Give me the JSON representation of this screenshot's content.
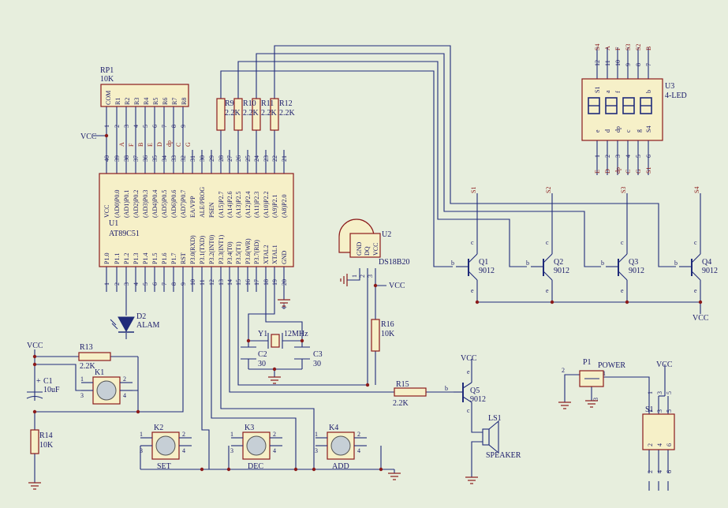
{
  "rp1": {
    "ref": "RP1",
    "value": "10K",
    "pins": [
      "COM",
      "R1",
      "R2",
      "R3",
      "R4",
      "R5",
      "R6",
      "R7",
      "R8"
    ],
    "nums": [
      "1",
      "2",
      "3",
      "4",
      "5",
      "6",
      "7",
      "8",
      "9"
    ]
  },
  "u1": {
    "ref": "U1",
    "part": "AT89C51",
    "top_nums": [
      "40",
      "39",
      "38",
      "37",
      "36",
      "35",
      "34",
      "33",
      "32",
      "31",
      "30",
      "29",
      "28",
      "27",
      "26",
      "25",
      "24",
      "23",
      "22",
      "21"
    ],
    "bot_nums": [
      "1",
      "2",
      "3",
      "4",
      "5",
      "6",
      "7",
      "8",
      "9",
      "10",
      "11",
      "12",
      "13",
      "14",
      "15",
      "16",
      "17",
      "18",
      "19",
      "20"
    ],
    "seg_labels": [
      "A",
      "F",
      "B",
      "E",
      "D",
      "dp",
      "C",
      "G"
    ],
    "top_pins": [
      "VCC",
      "(AD0)P0.0",
      "(AD1)P0.1",
      "(AD2)P0.2",
      "(AD3)P0.3",
      "(AD4)P0.4",
      "(AD5)P0.5",
      "(AD6)P0.6",
      "(AD7)P0.7",
      "EA/VPP",
      "ALE/PROG",
      "PSEN",
      "(A15)P2.7",
      "(A14)P2.6",
      "(A13)P2.5",
      "(A12)P2.4",
      "(A11)P2.3",
      "(A10)P2.2",
      "(A9)P2.1",
      "(A8)P2.0"
    ],
    "bot_pins": [
      "P1.0",
      "P1.1",
      "P1.2",
      "P1.3",
      "P1.4",
      "P1.5",
      "P1.6",
      "P1.7",
      "RST",
      "P3.0(RXD)",
      "P3.1(TXD)",
      "P3.2(INT0)",
      "P3.3(INT1)",
      "P3.4(T0)",
      "P3.5(T1)",
      "P3.6(WR)",
      "P3.7(RD)",
      "XTAL2",
      "XTAL1",
      "GND"
    ]
  },
  "resistors": [
    {
      "ref": "R9",
      "value": "2.2K"
    },
    {
      "ref": "R10",
      "value": "2.2K"
    },
    {
      "ref": "R11",
      "value": "2.2K"
    },
    {
      "ref": "R12",
      "value": "2.2K"
    },
    {
      "ref": "R13",
      "value": "2.2K"
    },
    {
      "ref": "R14",
      "value": "10K"
    },
    {
      "ref": "R15",
      "value": "2.2K"
    },
    {
      "ref": "R16",
      "value": "10K"
    }
  ],
  "u3": {
    "ref": "U3",
    "part": "4-LED",
    "top_nums": [
      "12",
      "11",
      "10",
      "9",
      "8",
      "7"
    ],
    "top_labels": [
      "S4",
      "A",
      "F",
      "S3",
      "S2",
      "B"
    ],
    "inner_top": [
      "S1",
      "a",
      "f",
      "",
      "",
      "b"
    ],
    "inner_bot": [
      "e",
      "d",
      "dp",
      "c",
      "g",
      "S4"
    ],
    "bot_nums": [
      "1",
      "2",
      "3",
      "4",
      "5",
      "6"
    ],
    "bot_labels": [
      "E",
      "D",
      "dp",
      "C",
      "G",
      "S1"
    ]
  },
  "drivers": [
    {
      "ref": "Q1",
      "part": "9012",
      "net": "S1"
    },
    {
      "ref": "Q2",
      "part": "9012",
      "net": "S2"
    },
    {
      "ref": "Q3",
      "part": "9012",
      "net": "S3"
    },
    {
      "ref": "Q4",
      "part": "9012",
      "net": "S4"
    }
  ],
  "q5": {
    "ref": "Q5",
    "part": "9012"
  },
  "pin_letters": {
    "b": "b",
    "c": "c",
    "e": "e"
  },
  "vcc": "VCC",
  "u2": {
    "ref": "U2",
    "part": "DS18B20",
    "pins": [
      "GND",
      "DQ",
      "VCC"
    ],
    "nums": [
      "1",
      "2",
      "3"
    ]
  },
  "d2": {
    "ref": "D2",
    "label": "ALAM"
  },
  "c1": {
    "ref": "C1",
    "value": "10uF",
    "plus": "+"
  },
  "c2": {
    "ref": "C2",
    "value": "30"
  },
  "c3": {
    "ref": "C3",
    "value": "30"
  },
  "y1": {
    "ref": "Y1",
    "value": "12MHz"
  },
  "keys": [
    {
      "ref": "K1",
      "label": ""
    },
    {
      "ref": "K2",
      "label": "SET"
    },
    {
      "ref": "K3",
      "label": "DEC"
    },
    {
      "ref": "K4",
      "label": "ADD"
    }
  ],
  "key_pins": [
    "1",
    "2",
    "3",
    "4"
  ],
  "ls1": {
    "ref": "LS1",
    "label": "SPEAKER"
  },
  "p1": {
    "ref": "P1",
    "label": "POWER",
    "pins": [
      "1",
      "2",
      "3"
    ]
  },
  "s1": {
    "ref": "S1",
    "pins": [
      "1",
      "3",
      "5",
      "2",
      "4",
      "6"
    ]
  }
}
